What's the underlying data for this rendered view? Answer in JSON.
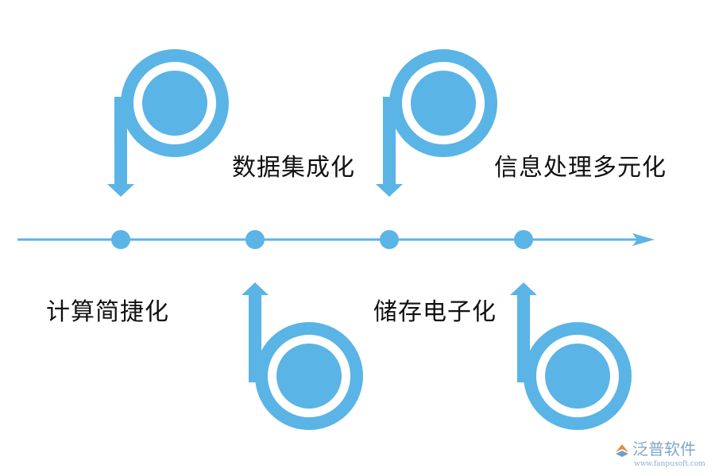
{
  "diagram": {
    "accent_color": "#5ab4e6",
    "stages": [
      {
        "label": "计算简捷化"
      },
      {
        "label": "数据集成化"
      },
      {
        "label": "储存电子化"
      },
      {
        "label": "信息处理多元化"
      }
    ]
  },
  "watermark": {
    "brand_name": "泛普软件",
    "url": "www.fanpusoft.com",
    "icon": "fanpu-logo-icon"
  }
}
